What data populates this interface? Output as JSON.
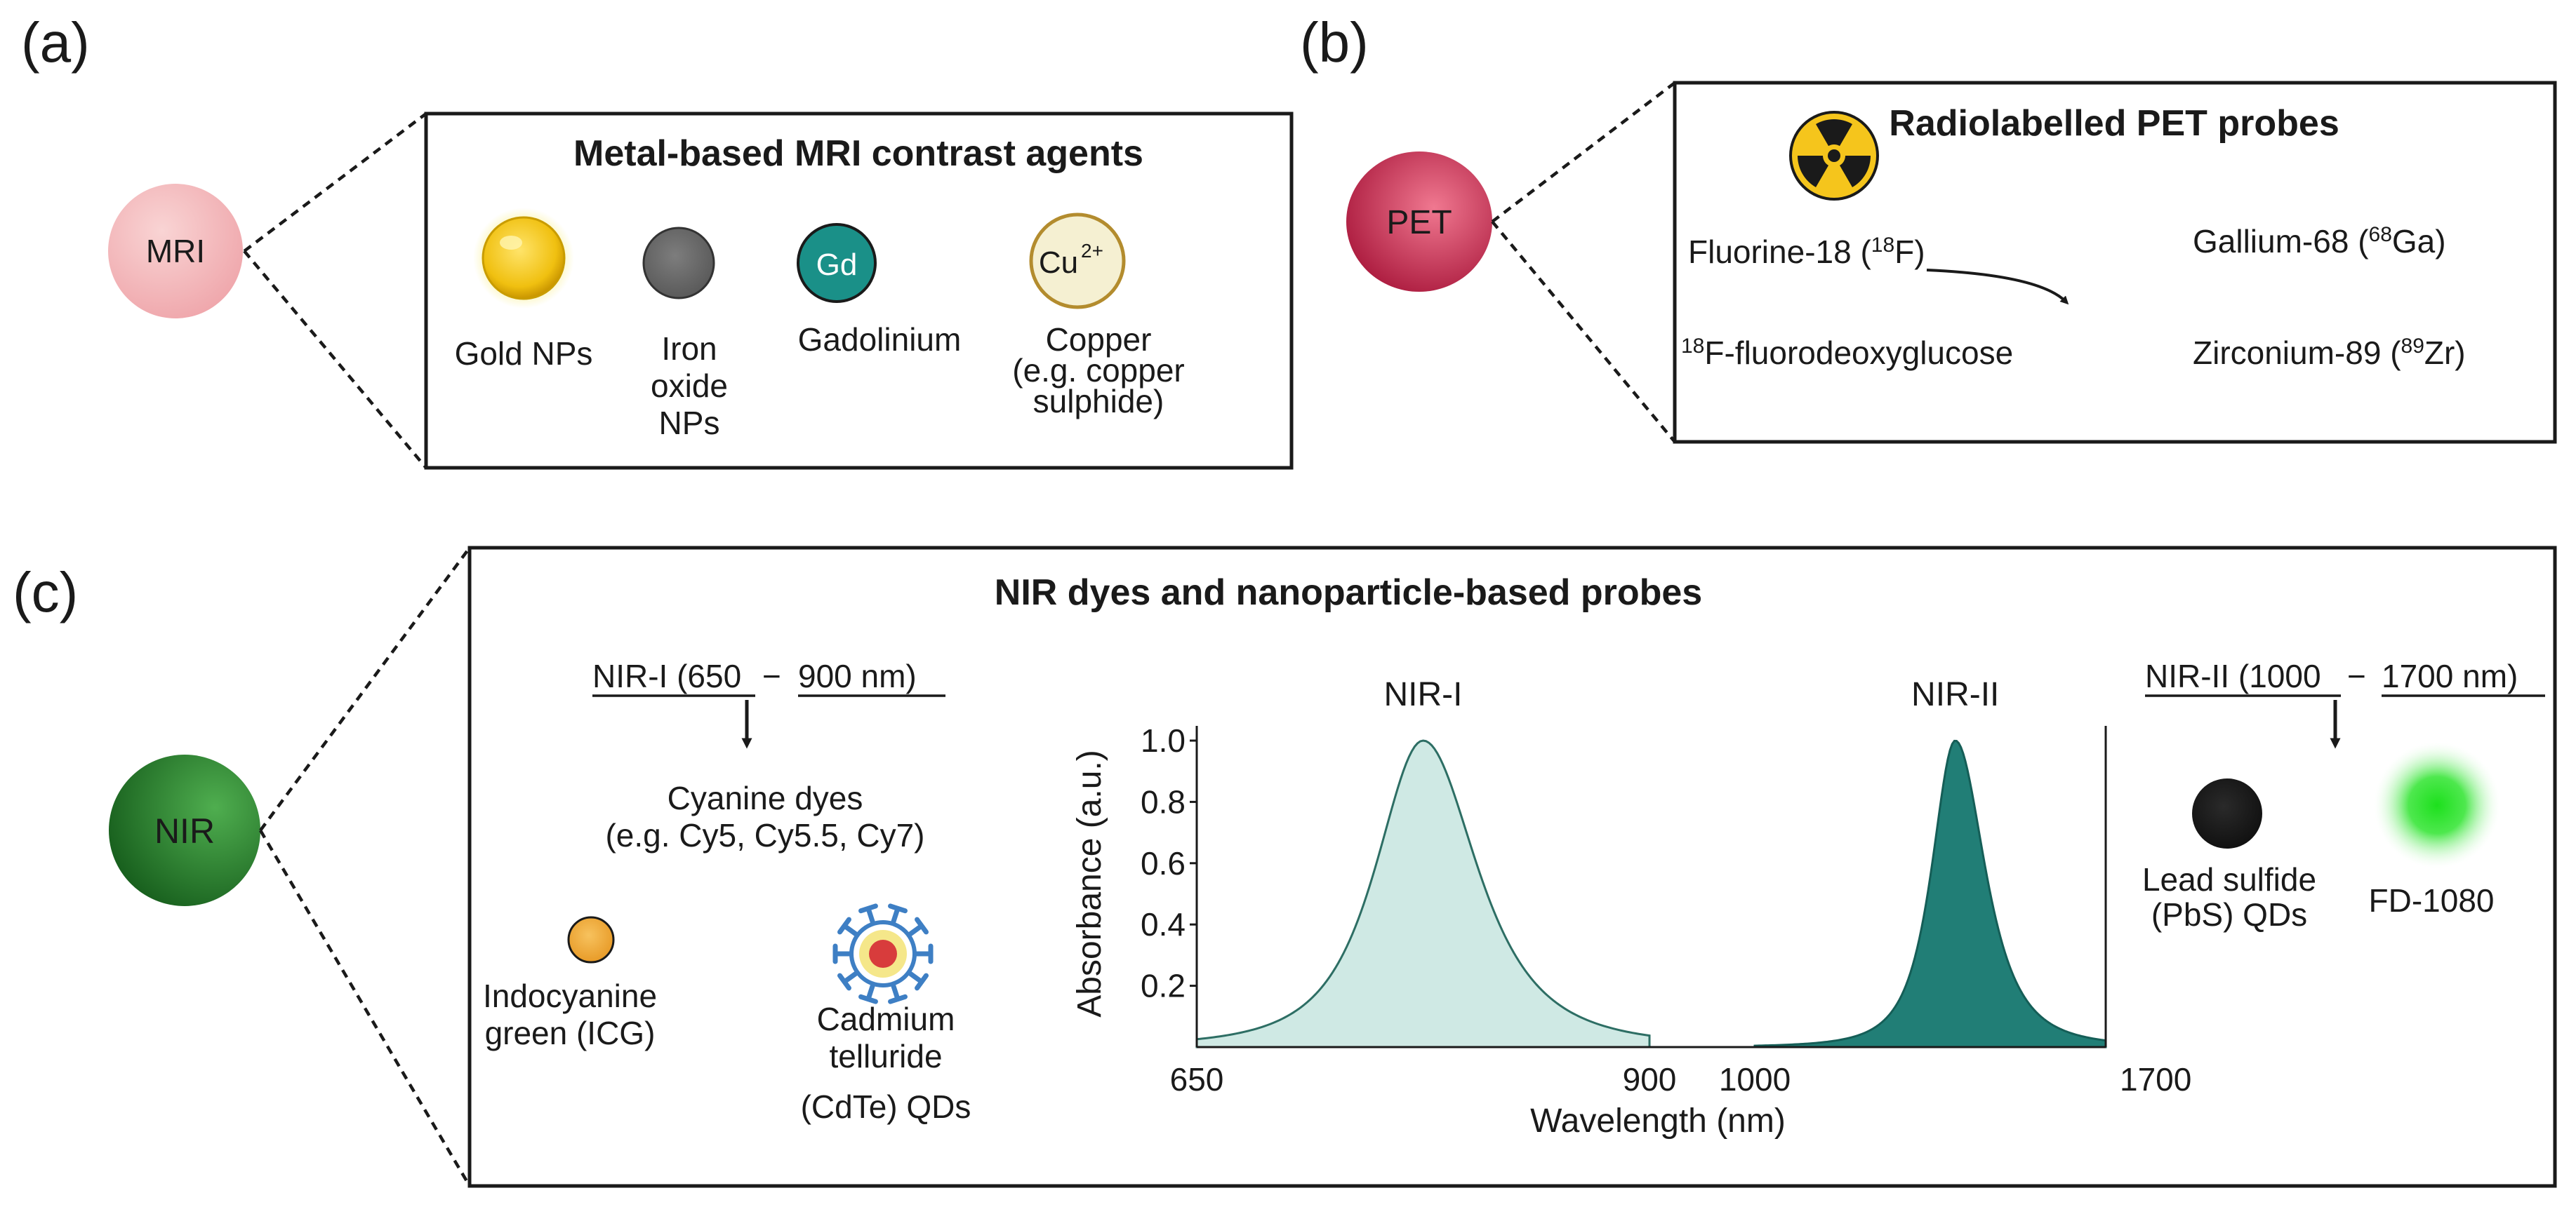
{
  "colors": {
    "mri_node": "#f2b6b8",
    "pet_node": "#c8324e",
    "nir_node": "#2a7d2e",
    "gold": "#f3c515",
    "gadolinium": "#1a9088",
    "copper_fill": "#f5f0d2",
    "copper_ring": "#b38c2e",
    "nir1_fill": "#cfe9e4",
    "nir2_fill": "#217e76",
    "icg": "#f2ad3e",
    "cdte_ring": "#3e7fc4",
    "pbs": "#1a1a1a",
    "fd_glow": "#1de01d"
  },
  "panel_a": {
    "label": "(a)",
    "node": "MRI",
    "title": "Metal-based MRI contrast agents",
    "agents": {
      "gold": "Gold NPs",
      "iron": [
        "Iron",
        "oxide",
        "NPs"
      ],
      "gad_symbol": "Gd",
      "gad": "Gadolinium",
      "cu_symbol": "Cu",
      "cu_charge": "2+",
      "copper": [
        "Copper",
        "(e.g. copper",
        "sulphide)"
      ]
    }
  },
  "panel_b": {
    "label": "(b)",
    "node": "PET",
    "title": "Radiolabelled PET probes",
    "icon": "radiation-icon",
    "fluorine": {
      "pre": "Fluorine-18 (",
      "sup": "18",
      "post": "F)"
    },
    "fdg": {
      "sup": "18",
      "post": "F-fluorodeoxyglucose"
    },
    "gallium": {
      "pre": "Gallium-68 (",
      "sup": "68",
      "post": "Ga)"
    },
    "zirconium": {
      "pre": "Zirconium-89 (",
      "sup": "89",
      "post": "Zr)"
    }
  },
  "panel_c": {
    "label": "(c)",
    "node": "NIR",
    "title": "NIR dyes and nanoparticle-based probes",
    "nir1_range": {
      "a": "NIR-I (650",
      "dash": "−",
      "b": "900 nm)"
    },
    "nir2_range": {
      "a": "NIR-II (1000",
      "dash": "−",
      "b": "1700 nm)"
    },
    "cyanine": [
      "Cyanine dyes",
      "(e.g. Cy5, Cy5.5, Cy7)"
    ],
    "icg": [
      "Indocyanine",
      "green (ICG)"
    ],
    "cdte": [
      "Cadmium",
      "telluride",
      "(CdTe) QDs"
    ],
    "pbs": [
      "Lead sulfide",
      "(PbS) QDs"
    ],
    "fd": "FD-1080"
  },
  "chart_data": {
    "type": "area",
    "title": "",
    "xlabel": "Wavelength (nm)",
    "ylabel": "Absorbance (a.u.)",
    "x_ticks": [
      "650",
      "900",
      "1000",
      "1700"
    ],
    "y_ticks": [
      "1.0",
      "0.8",
      "0.6",
      "0.4",
      "0.2"
    ],
    "ylim": [
      0,
      1.0
    ],
    "series": [
      {
        "name": "NIR-I",
        "peak_x": 775,
        "range": [
          650,
          900
        ],
        "peak_y": 1.0
      },
      {
        "name": "NIR-II",
        "peak_x": 1400,
        "range": [
          1000,
          1700
        ],
        "peak_y": 1.0
      }
    ]
  }
}
